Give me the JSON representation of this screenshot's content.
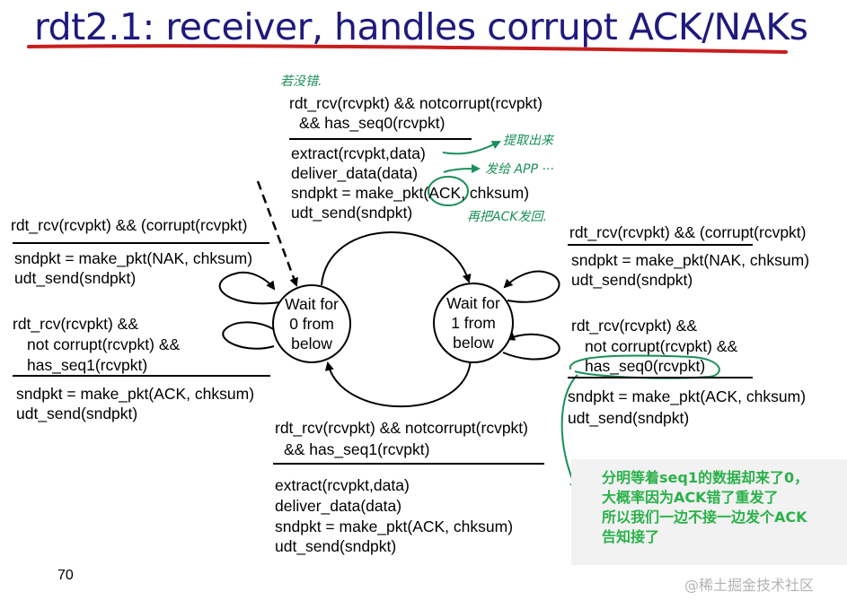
{
  "title": "rdt2.1: receiver, handles corrupt ACK/NAKs",
  "states": {
    "wait0": [
      "Wait for",
      "0 from",
      "below"
    ],
    "wait1": [
      "Wait for",
      "1 from",
      "below"
    ]
  },
  "top_transition": {
    "event": [
      "rdt_rcv(rcvpkt) && notcorrupt(rcvpkt)",
      "&& has_seq0(rcvpkt)"
    ],
    "actions": [
      "extract(rcvpkt,data)",
      "deliver_data(data)",
      "sndpkt = make_pkt(ACK, chksum)",
      "udt_send(sndpkt)"
    ]
  },
  "bottom_transition": {
    "event": [
      "rdt_rcv(rcvpkt) && notcorrupt(rcvpkt)",
      "&& has_seq1(rcvpkt)"
    ],
    "actions": [
      "extract(rcvpkt,data)",
      "deliver_data(data)",
      "sndpkt = make_pkt(ACK, chksum)",
      "udt_send(sndpkt)"
    ]
  },
  "left_corrupt": {
    "event": "rdt_rcv(rcvpkt) && (corrupt(rcvpkt)",
    "actions": [
      "sndpkt = make_pkt(NAK, chksum)",
      "udt_send(sndpkt)"
    ]
  },
  "left_seq1": {
    "event": [
      "rdt_rcv(rcvpkt) &&",
      "not corrupt(rcvpkt) &&",
      "has_seq1(rcvpkt)"
    ],
    "actions": [
      "sndpkt = make_pkt(ACK, chksum)",
      "udt_send(sndpkt)"
    ]
  },
  "right_corrupt": {
    "event": "rdt_rcv(rcvpkt) && (corrupt(rcvpkt)",
    "actions": [
      "sndpkt = make_pkt(NAK, chksum)",
      "udt_send(sndpkt)"
    ]
  },
  "right_seq0": {
    "event": [
      "rdt_rcv(rcvpkt) &&",
      "not corrupt(rcvpkt) &&",
      "has_seq0(rcvpkt)"
    ],
    "actions": [
      "sndpkt = make_pkt(ACK, chksum)",
      "udt_send(sndpkt)"
    ]
  },
  "handwritten": {
    "top": "若没错.",
    "extract": "提取出来",
    "deliver": "发给 APP ···",
    "ack": "再把ACK发回."
  },
  "note": [
    "分明等着seq1的数据却来了0，",
    "大概率因为ACK错了重发了",
    "所以我们一边不接一边发个ACK",
    "告知接了"
  ],
  "page_number": "70",
  "watermark": "@稀土掘金技术社区",
  "colors": {
    "title": "#1f1a7c",
    "title_underline": "#c81e1e",
    "annotation": "#1a8f5a",
    "note_text": "#2ab14a"
  }
}
